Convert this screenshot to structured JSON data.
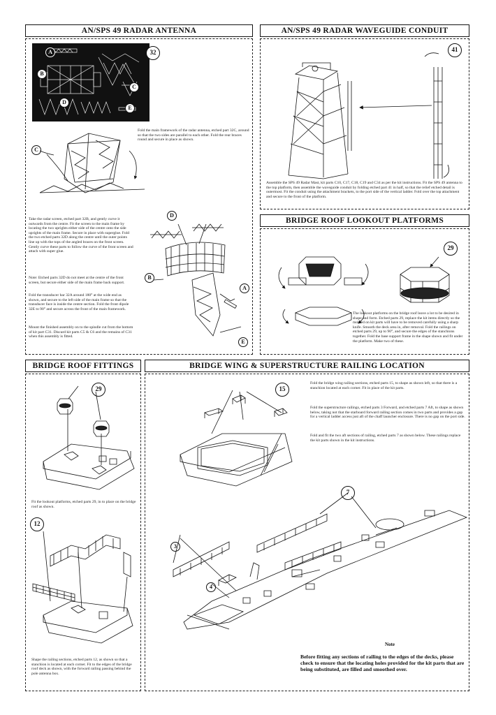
{
  "sections": {
    "radar_antenna": {
      "title": "AN/SPS 49 RADAR ANTENNA",
      "part_callout": "32",
      "letters": [
        "A",
        "B",
        "C",
        "D",
        "E"
      ],
      "text_fold": "Fold the main framework of the radar antenna, etched part 32C, around so that the two sides are parallel to each other. Fold the rear braces round and secure in place as shown.",
      "text_screen": "Take the radar screen, etched part 32B, and gently curve it outwards from the centre. Fit the screen to the main frame by locating the two uprights either side of the centre onto the side uprights of the main frame. Secure in place with superglue. Fold the two etched parts 32D along the centre until the outer points line up with the tops of the angled braces on the front screen. Gently curve these parts to follow the curve of the front screen and attach with super glue.",
      "text_note": "Note: Etched parts 32D do not meet at the centre of the front screen, but secure either side of the main frame back support.",
      "text_transducer": "Fold the transducer bar 32A around 180° at the wide end as shown, and secure to the left side of the main frame so that the transducer face is inside the centre section. Fold the front dipole 32E to 90° and secure across the front of the main framework.",
      "text_mount": "Mount the finished assembly on to the spindle cut from the bottom of kit part C31. Discard kit parts C5 & C6 and the remains of C31 when this assembly is fitted."
    },
    "waveguide": {
      "title": "AN/SPS 49 RADAR WAVEGUIDE CONDUIT",
      "part_callout": "41",
      "text": "Assemble the SPS 49 Radar Mast, kit parts C10, C17, C18, C19 and C34 as per the kit instructions. Fit the SPS 49 antenna to the top platform, then assemble the waveguide conduit by folding etched part 41 in half, so that the relief etched detail is outermost. Fit the conduit using the attachment brackets, to the port side of the vertical ladder. Fold over the top attachment and secure to the front of the platform."
    },
    "lookout": {
      "title": "BRIDGE ROOF LOOKOUT PLATFORMS",
      "part_callout": "29",
      "text": "The lookout platforms on the bridge roof leave a lot to be desired in shape and form. Etched parts 29, replace the kit items directly so the molded on kit parts will have to be removed carefully using a sharp knife. Smooth the deck area in, after removal. Fold the railings on etched parts 29, up to 90°, and secure the edges of the stanchions together. Fold the base support frame in the shape shown and fit under the platform. Make two of these."
    },
    "fittings": {
      "title": "BRIDGE ROOF FITTINGS",
      "callout_top": "29",
      "callout_bottom": "12",
      "text_top": "Fit the lookout platforms, etched parts 29, in to place on the bridge roof as shown.",
      "text_bottom": "Shape the railing sections, etched parts 12, as shown so that a stanchion is located at each corner. Fit to the edges of the bridge roof deck as shown, with the forward railing passing behind the pole antenna box."
    },
    "railing": {
      "title": "BRIDGE WING & SUPERSTRUCTURE RAILING LOCATION",
      "callout_15": "15",
      "callout_7": "7",
      "callout_3": "3",
      "callout_4": "4",
      "text_1": "Fold the bridge wing railing sections, etched parts 15, to shape as shown left, so that there is a stanchion located at each corner. Fit in place of the kit parts.",
      "text_2": "Fold the superstructure railings, etched parts 3 Forward, and etched parts 7 Aft, to shape as shown below, taking not that the starboard forward railing section comes in two parts and provides a gap for a vertical ladder access just aft of the chaff launcher enclosure. There is no gap on the port side.",
      "text_3": "Fold and fit the two aft sections of railing, etched parts 7 as shown below. These railings replace the kit parts shown in the kit instructions.",
      "note_title": "Note",
      "note_text": "Before fitting any sections of railing to the edges of the decks, please check to ensure that the locating holes provided for the kit parts that are being substituted, are filled and smoothed over."
    }
  }
}
